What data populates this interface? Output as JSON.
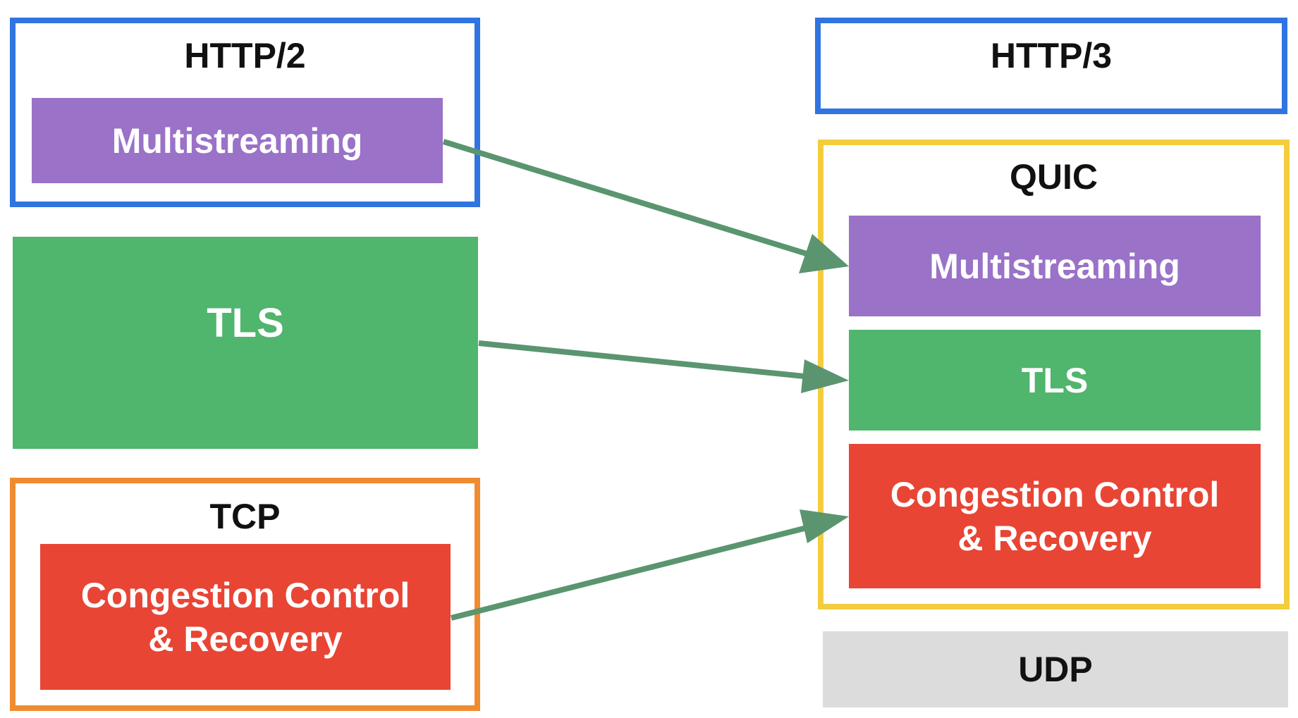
{
  "colors": {
    "http_frame": "#2f74e0",
    "tcp_frame": "#f08c30",
    "quic_frame": "#f4cd3f",
    "multistreaming": "#9a72c8",
    "tls": "#50b56d",
    "congestion": "#e84535",
    "udp": "#dcdcdc",
    "arrow": "#5a9570"
  },
  "left_stack": {
    "http2": {
      "title": "HTTP/2",
      "multistreaming_label": "Multistreaming"
    },
    "tls_label": "TLS",
    "tcp": {
      "title": "TCP",
      "congestion_label": "Congestion Control\n& Recovery"
    }
  },
  "right_stack": {
    "http3": {
      "title": "HTTP/3"
    },
    "quic": {
      "title": "QUIC",
      "multistreaming_label": "Multistreaming",
      "tls_label": "TLS",
      "congestion_label": "Congestion Control\n& Recovery"
    },
    "udp_label": "UDP"
  },
  "arrows": [
    {
      "from": "left_stack.http2.multistreaming",
      "to": "right_stack.quic.multistreaming"
    },
    {
      "from": "left_stack.tls",
      "to": "right_stack.quic.tls"
    },
    {
      "from": "left_stack.tcp.congestion",
      "to": "right_stack.quic.congestion"
    }
  ]
}
